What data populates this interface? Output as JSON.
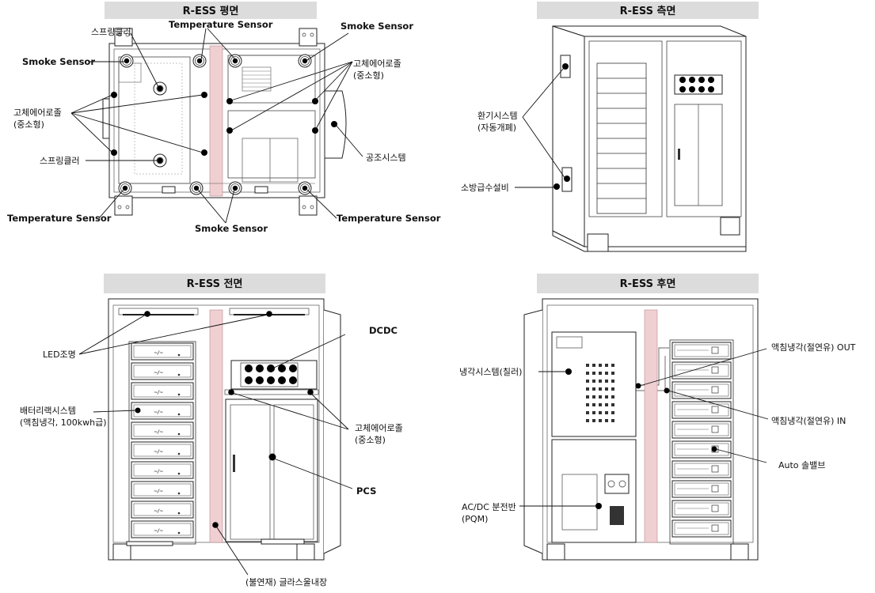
{
  "colors": {
    "title_bar": "#dcdcdc",
    "glass_strip": "#efcfd2",
    "line": "#111111"
  },
  "panels": {
    "plan": {
      "title": "R-ESS 평면"
    },
    "side": {
      "title": "R-ESS 측면"
    },
    "front": {
      "title": "R-ESS 전면"
    },
    "rear": {
      "title": "R-ESS 후면"
    }
  },
  "labels": {
    "plan": {
      "sprinkler_top": "스프링클러",
      "temp_top": "Temperature Sensor",
      "smoke_top_right": "Smoke Sensor",
      "smoke_left": "Smoke Sensor",
      "aerosol_right_1": "고체에어로졸",
      "aerosol_right_2": "(중소형)",
      "aerosol_left_1": "고체에어로졸",
      "aerosol_left_2": "(중소형)",
      "sprinkler_mid": "스프링클러",
      "hvac": "공조시스템",
      "temp_bottom_left": "Temperature Sensor",
      "smoke_bottom": "Smoke Sensor",
      "temp_bottom_right": "Temperature Sensor"
    },
    "side": {
      "ventilation_1": "환기시스템",
      "ventilation_2": "(자동개폐)",
      "fire_water": "소방급수설비"
    },
    "front": {
      "dcdc": "DCDC",
      "led": "LED조명",
      "battery_1": "배터리랙시스템",
      "battery_2": "(액침냉각, 100kwh급)",
      "aerosol_1": "고체에어로졸",
      "aerosol_2": "(중소형)",
      "pcs": "PCS",
      "glass": "(불연재) 글라스울내장"
    },
    "rear": {
      "chiller": "냉각시스템(칠러)",
      "coolant_out": "액침냉각(절연유) OUT",
      "coolant_in": "액침냉각(절연유) IN",
      "solenoid": "Auto 솔밸브",
      "acdc_1": "AC/DC 분전반",
      "acdc_2": "(PQM)"
    }
  }
}
